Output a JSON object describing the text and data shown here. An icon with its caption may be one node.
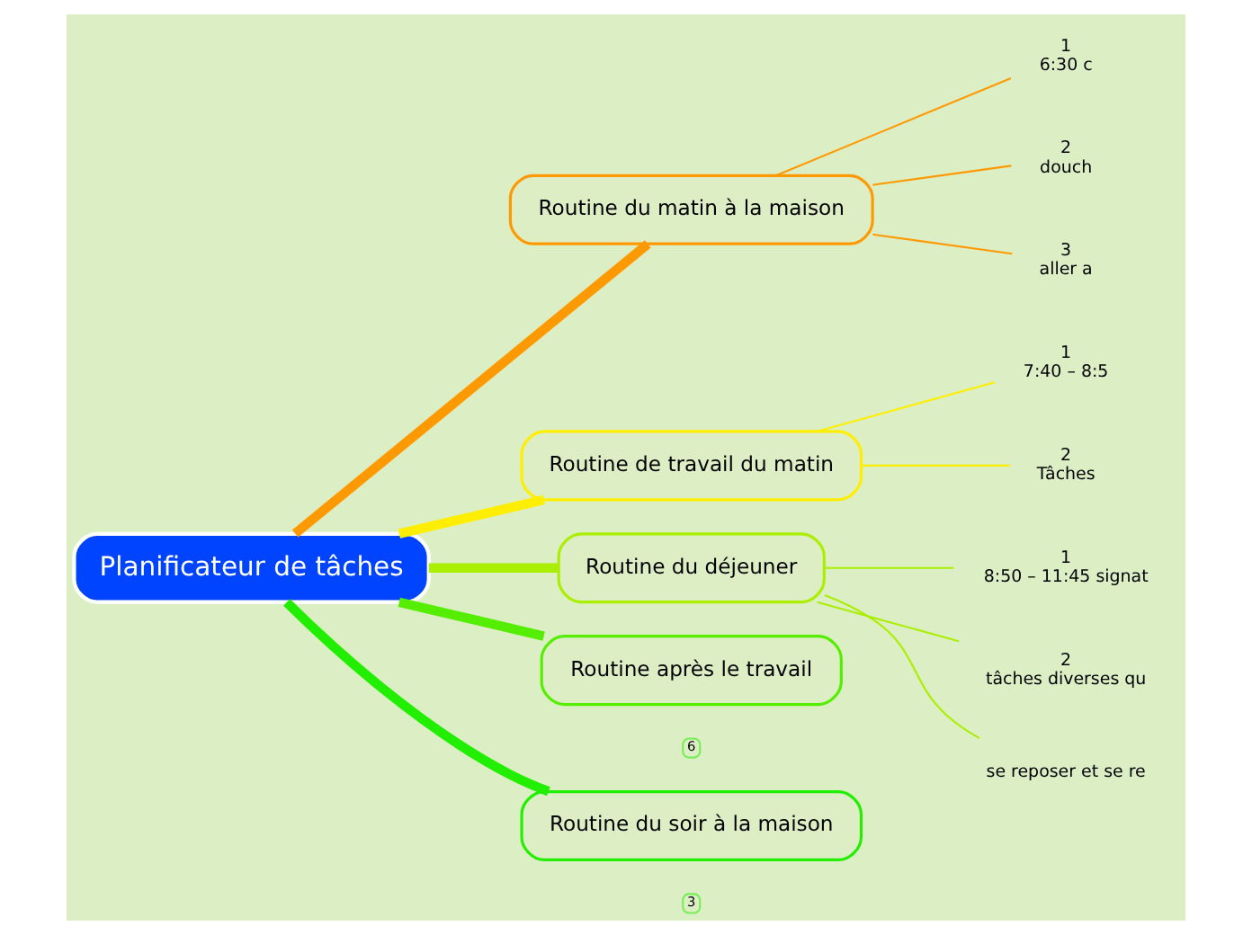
{
  "diagram": {
    "nodes": [
      {
        "text": [
          "Planificateur de tâches"
        ]
      },
      {
        "text": [
          "Routine du matin à la maison"
        ]
      },
      {
        "text": [
          "Routine de travail du matin"
        ]
      },
      {
        "text": [
          "Routine du déjeuner"
        ]
      },
      {
        "text": [
          "Routine après le travail"
        ],
        "beside": [
          "6"
        ]
      },
      {
        "text": [
          "Routine du soir à la maison"
        ],
        "beside": [
          "3"
        ]
      },
      {
        "text": [
          "1",
          "6:30 c"
        ]
      },
      {
        "text": [
          "2",
          "douch"
        ]
      },
      {
        "text": [
          "3",
          "aller a"
        ]
      },
      {
        "text": [
          "1",
          "7:40 – 8:5"
        ]
      },
      {
        "text": [
          "2",
          "Tâches"
        ]
      },
      {
        "text": [
          "1",
          "8:50 – 11:45 signat"
        ]
      },
      {
        "text": [
          "2",
          "tâches diverses qu"
        ]
      },
      {
        "text": [
          "se reposer et se re"
        ]
      }
    ],
    "edges": [
      {
        "from": 0,
        "to": 1,
        "arrow": "none",
        "style": "thick",
        "color": "#ff9900"
      },
      {
        "from": 0,
        "to": 2,
        "arrow": "none",
        "style": "thick",
        "color": "#ffee00"
      },
      {
        "from": 0,
        "to": 3,
        "arrow": "none",
        "style": "thick",
        "color": "#aaee00"
      },
      {
        "from": 0,
        "to": 4,
        "arrow": "none",
        "style": "thick",
        "color": "#55ee00"
      },
      {
        "from": 0,
        "to": 5,
        "arrow": "none",
        "style": "thick",
        "color": "#22ee00"
      },
      {
        "from": 1,
        "to": 6,
        "arrow": "none",
        "color": "#ff9900"
      },
      {
        "from": 1,
        "to": 7,
        "arrow": "none",
        "color": "#ff9900"
      },
      {
        "from": 1,
        "to": 8,
        "arrow": "none",
        "color": "#ff9900"
      },
      {
        "from": 2,
        "to": 9,
        "arrow": "none",
        "color": "#ffee00"
      },
      {
        "from": 2,
        "to": 10,
        "arrow": "none",
        "color": "#ffee00"
      },
      {
        "from": 3,
        "to": 11,
        "arrow": "none",
        "color": "#aaee00"
      },
      {
        "from": 3,
        "to": 12,
        "arrow": "none",
        "color": "#aaee00"
      },
      {
        "from": 3,
        "to": 13,
        "arrow": "none",
        "color": "#aaee00"
      }
    ]
  }
}
